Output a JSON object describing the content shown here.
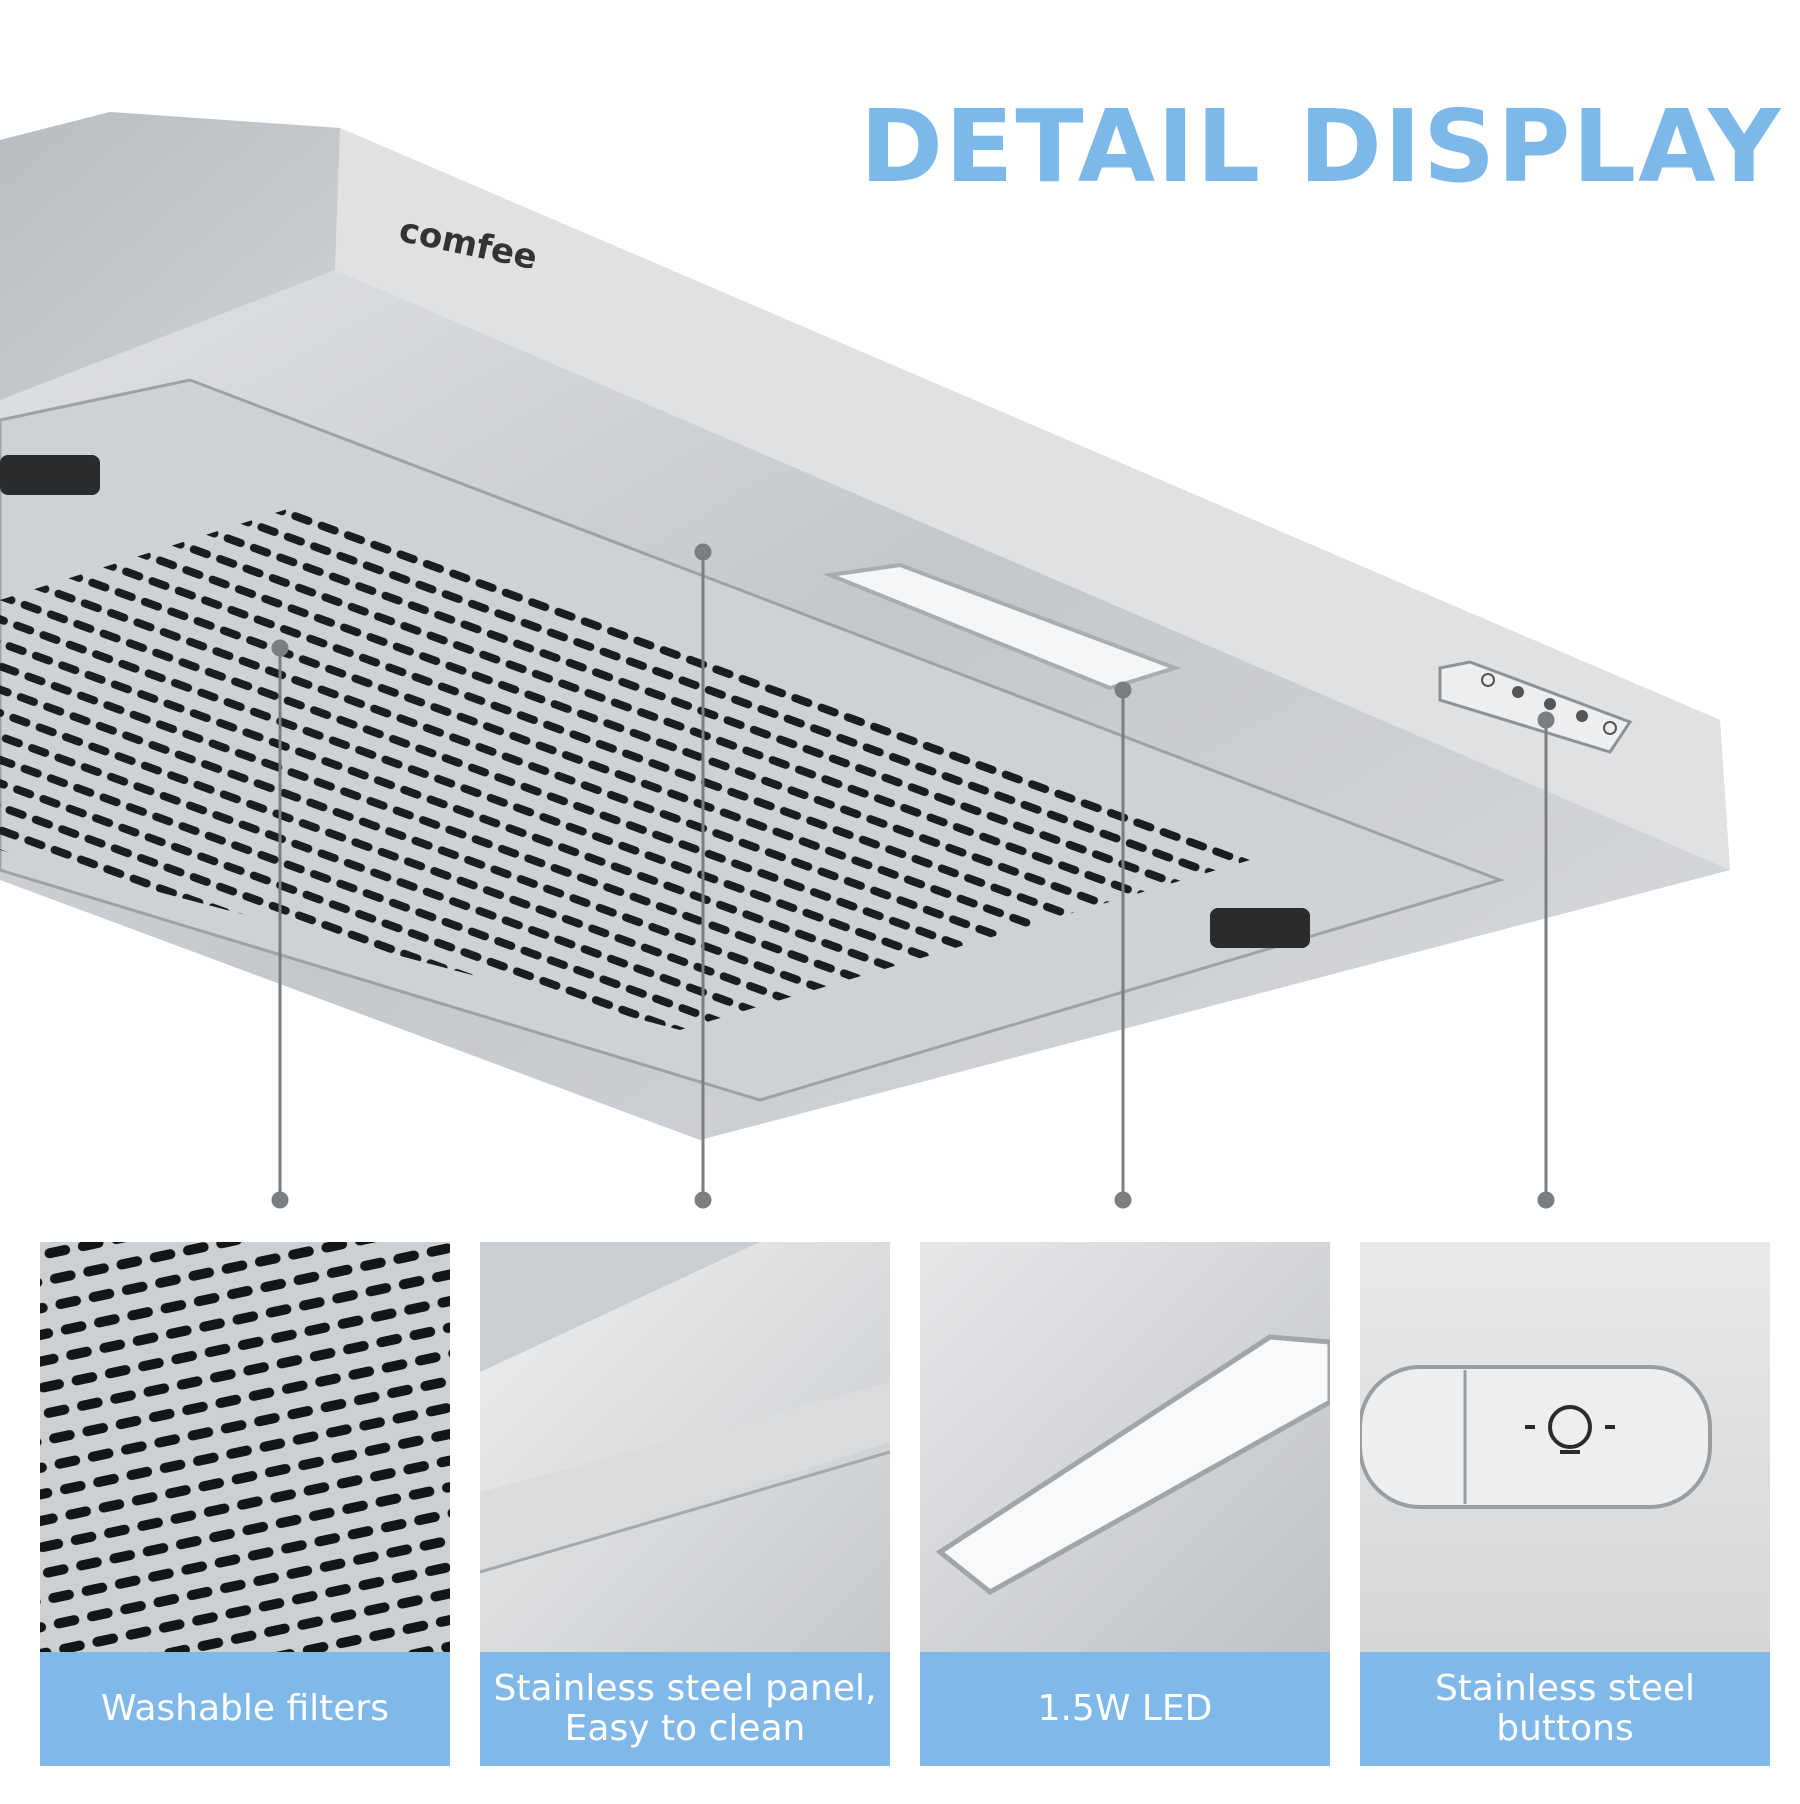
{
  "title": "DETAIL DISPLAY",
  "brand": "comfee",
  "features": [
    {
      "caption": "Washable filters"
    },
    {
      "caption": "Stainless steel panel, Easy to clean"
    },
    {
      "caption": "1.5W LED"
    },
    {
      "caption": "Stainless steel buttons"
    }
  ],
  "colors": {
    "accent": "#7db8ea",
    "caption_bg": "#7fb8e9",
    "steel": "#c9ccd0"
  },
  "icons": [
    "power-icon",
    "fan-low-icon",
    "fan-mid-icon",
    "fan-high-icon",
    "light-bulb-icon"
  ]
}
